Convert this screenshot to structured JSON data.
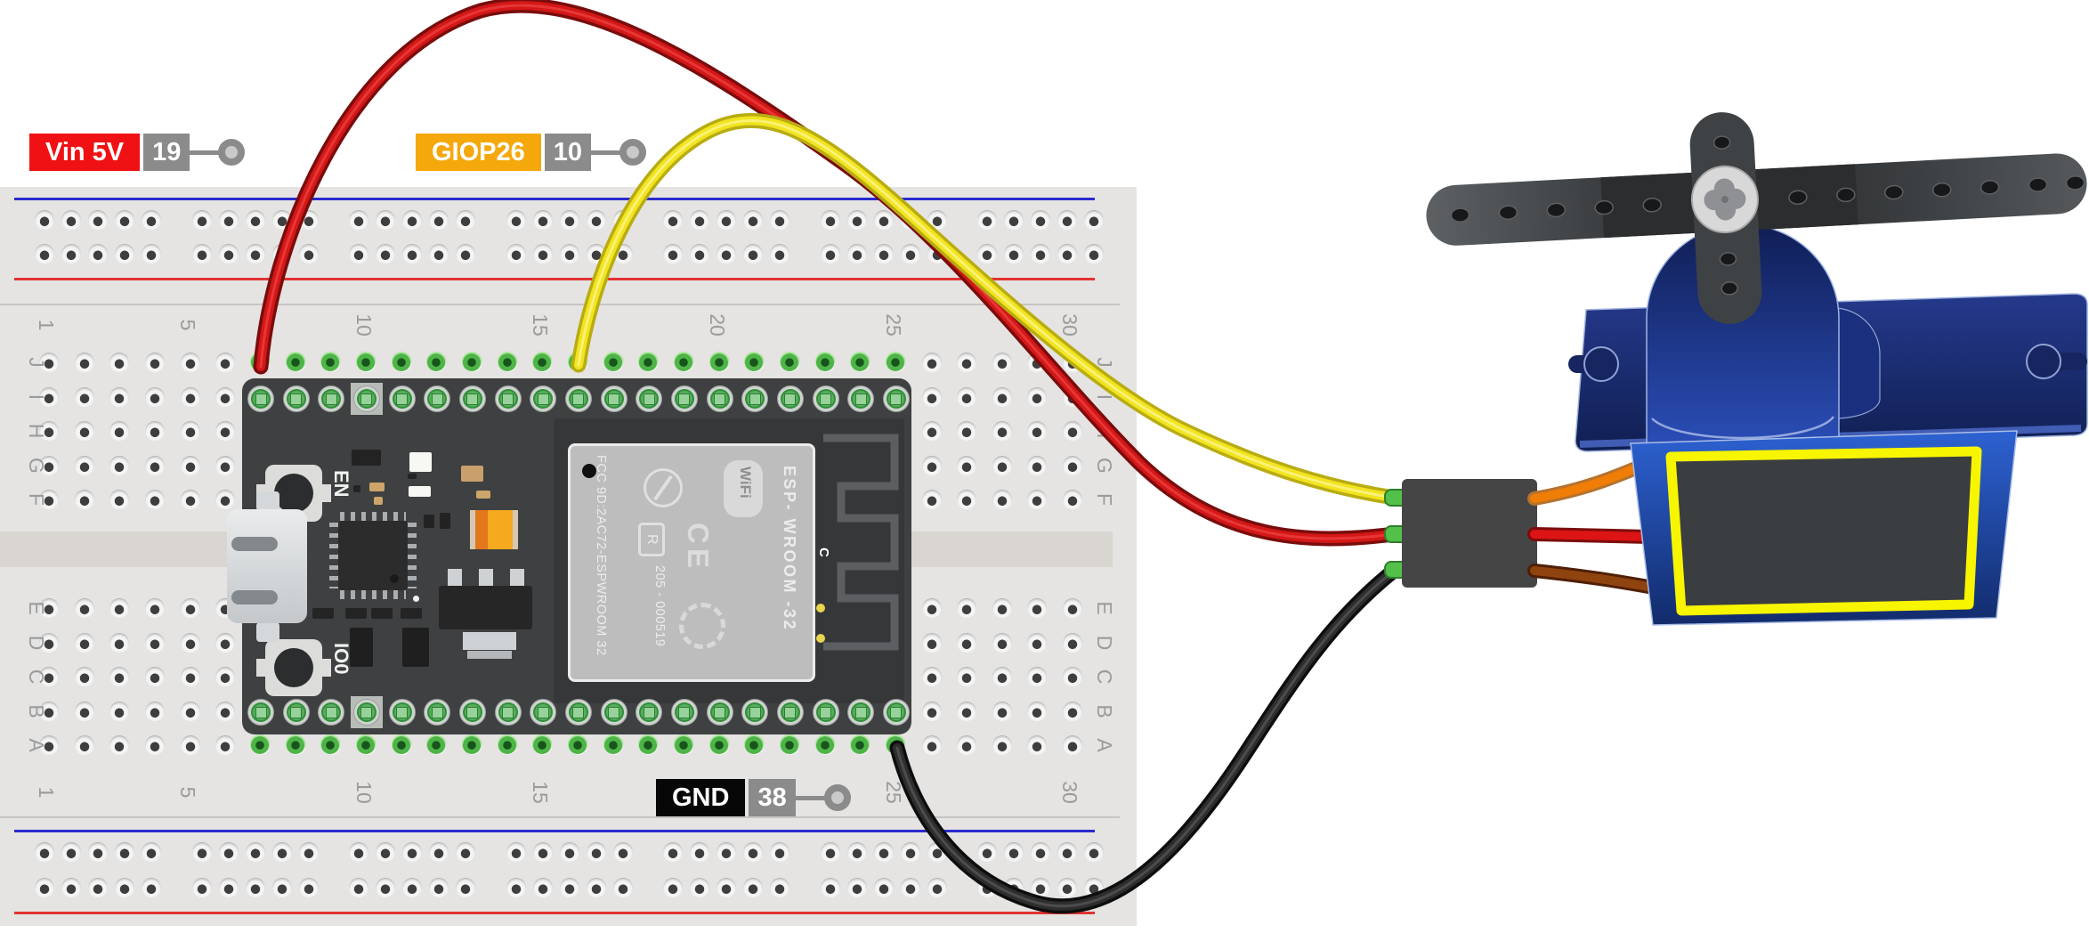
{
  "scene": {
    "background": "#ffffff"
  },
  "annotations": {
    "pin_badge_color": "#8b8b8b",
    "vin": {
      "label": "Vin 5V",
      "pin": "19",
      "color": "#f01114"
    },
    "gpio": {
      "label": "GIOP26",
      "pin": "10",
      "color": "#f5a80c"
    },
    "gnd": {
      "label": "GND",
      "pin": "38",
      "color": "#070707"
    }
  },
  "breadboard": {
    "column_numbers": [
      "1",
      "5",
      "10",
      "15",
      "20",
      "25",
      "30"
    ],
    "row_letters_top": [
      "J",
      "I",
      "H",
      "G",
      "F"
    ],
    "row_letters_bottom": [
      "E",
      "D",
      "C",
      "B",
      "A"
    ],
    "rail_blue": "#2a2ad0",
    "rail_red": "#e23333",
    "connected_hole_color": "#4eb447"
  },
  "esp32": {
    "button_en": "EN",
    "button_io0": "IO0",
    "fcc_text": "FCC 9D:2AC72-ESPWROOM 32",
    "serial_text": "205 - 000519",
    "module_name": "ESP- WROOM -32",
    "wifi_logo": "WiFi",
    "r_mark": "R",
    "ce_mark": "CE",
    "pcb_letter": "C"
  },
  "wires": {
    "vin_5v": "#d41717",
    "gpio26": "#f2e41f",
    "ground": "#2e2e2e",
    "servo_signal": "#f07d05",
    "servo_power": "#dc1414",
    "servo_ground": "#8f430e"
  }
}
